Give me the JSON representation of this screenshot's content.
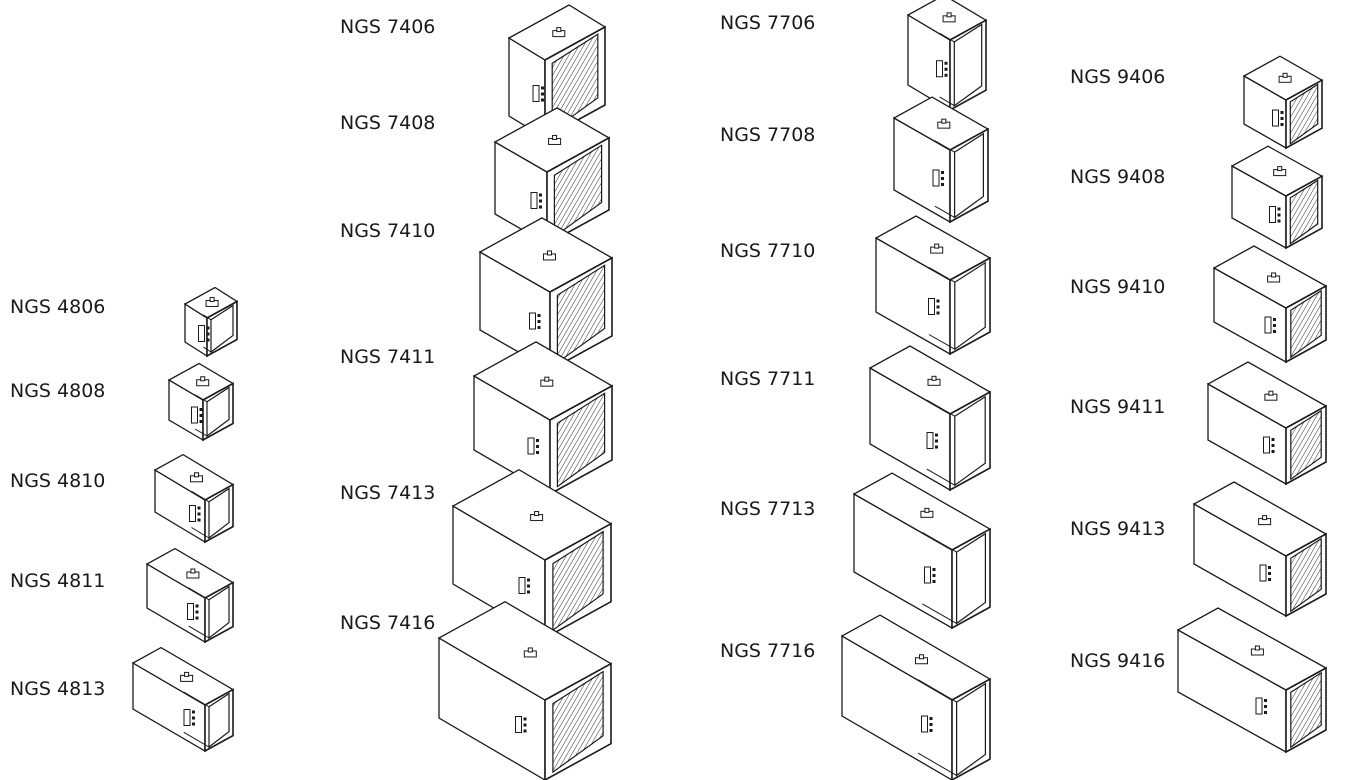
{
  "header_fragment": "",
  "colors": {
    "line": "#1a1a1a",
    "fill": "#ffffff",
    "text": "#1a1a1a"
  },
  "groups": [
    {
      "id": "4800",
      "items": [
        {
          "label": "NGS 4806"
        },
        {
          "label": "NGS 4808"
        },
        {
          "label": "NGS 4810"
        },
        {
          "label": "NGS 4811"
        },
        {
          "label": "NGS 4813"
        }
      ]
    },
    {
      "id": "7400",
      "items": [
        {
          "label": "NGS 7406"
        },
        {
          "label": "NGS 7408"
        },
        {
          "label": "NGS 7410"
        },
        {
          "label": "NGS 7411"
        },
        {
          "label": "NGS 7413"
        },
        {
          "label": "NGS 7416"
        }
      ]
    },
    {
      "id": "7700",
      "items": [
        {
          "label": "NGS 7706"
        },
        {
          "label": "NGS 7708"
        },
        {
          "label": "NGS 7710"
        },
        {
          "label": "NGS 7711"
        },
        {
          "label": "NGS 7713"
        },
        {
          "label": "NGS 7716"
        }
      ]
    },
    {
      "id": "9400",
      "items": [
        {
          "label": "NGS 9406"
        },
        {
          "label": "NGS 9408"
        },
        {
          "label": "NGS 9410"
        },
        {
          "label": "NGS 9411"
        },
        {
          "label": "NGS 9413"
        },
        {
          "label": "NGS 9416"
        }
      ]
    }
  ]
}
